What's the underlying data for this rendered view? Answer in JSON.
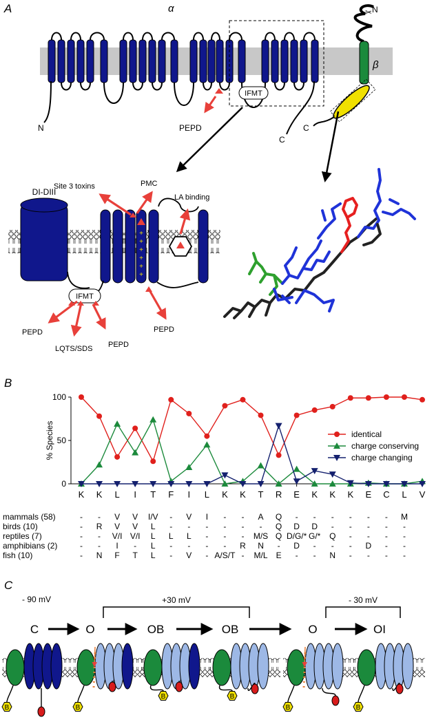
{
  "panel_a": {
    "label": "A",
    "alpha": "α",
    "beta": "β",
    "n_alpha": "N",
    "n_beta": "N",
    "c_alpha": "C",
    "c_beta": "C",
    "ifmt_top": "IFMT",
    "pepd_top": "PEPD",
    "di_diii": "DI-DIII",
    "site3": "Site 3 toxins",
    "pmc": "PMC",
    "la_binding": "LA binding",
    "ifmt_zoom": "IFMT",
    "pepd_left": "PEPD",
    "lqts": "LQTS/SDS",
    "pepd_mid": "PEPD",
    "pepd_right": "PEPD",
    "colors": {
      "helix": "#10178c",
      "beta": "#1b8a3c",
      "yellow": "#f0e000",
      "red": "#e8403a",
      "membrane": "#c8c8c8"
    }
  },
  "panel_b": {
    "label": "B",
    "legend": [
      "identical",
      "charge conserving",
      "charge changing"
    ],
    "species": [
      {
        "name": "mammals (58)",
        "cells": [
          "-",
          "-",
          "V",
          "V",
          "I/V",
          "-",
          "V",
          "I",
          "-",
          "-",
          "A",
          "Q",
          "-",
          "-",
          "-",
          "-",
          "-",
          "-",
          "M"
        ]
      },
      {
        "name": "birds (10)",
        "cells": [
          "-",
          "R",
          "V",
          "V",
          "L",
          "-",
          "-",
          "-",
          "-",
          "-",
          "-",
          "Q",
          "D",
          "D",
          "-",
          "-",
          "-",
          "-",
          "-"
        ]
      },
      {
        "name": "reptiles (7)",
        "cells": [
          "-",
          "-",
          "V/I",
          "V/I",
          "L",
          "L",
          "L",
          "-",
          "-",
          "-",
          "M/S",
          "Q",
          "D/G/*",
          "G/*",
          "Q",
          "-",
          "-",
          "-",
          "-"
        ]
      },
      {
        "name": "amphibians (2)",
        "cells": [
          "-",
          "-",
          "I",
          "-",
          "L",
          "-",
          "-",
          "-",
          "-",
          "R",
          "N",
          "-",
          "D",
          "-",
          "-",
          "-",
          "D",
          "-",
          "-"
        ]
      },
      {
        "name": "fish (10)",
        "cells": [
          "-",
          "N",
          "F",
          "T",
          "L",
          "-",
          "V",
          "-",
          "A/S/T",
          "-",
          "M/L",
          "E",
          "-",
          "-",
          "N",
          "-",
          "-",
          "-",
          "-"
        ]
      }
    ]
  },
  "chart_data": {
    "type": "line",
    "categories": [
      "K",
      "K",
      "L",
      "I",
      "T",
      "F",
      "I",
      "L",
      "K",
      "K",
      "T",
      "R",
      "E",
      "K",
      "K",
      "K",
      "E",
      "C",
      "L",
      "V"
    ],
    "ylabel": "% Species",
    "ylim": [
      0,
      100
    ],
    "yticks": [
      0,
      50,
      100
    ],
    "series": [
      {
        "name": "identical",
        "color": "#e0201c",
        "marker": "circle",
        "values": [
          100,
          78,
          31,
          64,
          26,
          97,
          81,
          55,
          90,
          97,
          79,
          33,
          79,
          85,
          89,
          99,
          99,
          100,
          100,
          97
        ]
      },
      {
        "name": "charge conserving",
        "color": "#1c8a3c",
        "marker": "triangle-up",
        "values": [
          0,
          22,
          69,
          36,
          74,
          3,
          19,
          45,
          0,
          3,
          21,
          0,
          17,
          0,
          0,
          0,
          1,
          0,
          0,
          3
        ]
      },
      {
        "name": "charge changing",
        "color": "#14206e",
        "marker": "triangle-down",
        "values": [
          0,
          0,
          0,
          0,
          0,
          0,
          0,
          0,
          10,
          0,
          0,
          67,
          3,
          15,
          11,
          1,
          0,
          0,
          0,
          0
        ]
      }
    ]
  },
  "panel_c": {
    "label": "C",
    "v1": "- 90 mV",
    "v2": "+30 mV",
    "v3": "- 30 mV",
    "states": [
      "C",
      "O",
      "OB",
      "OB",
      "O",
      "OI"
    ],
    "b": "B"
  }
}
